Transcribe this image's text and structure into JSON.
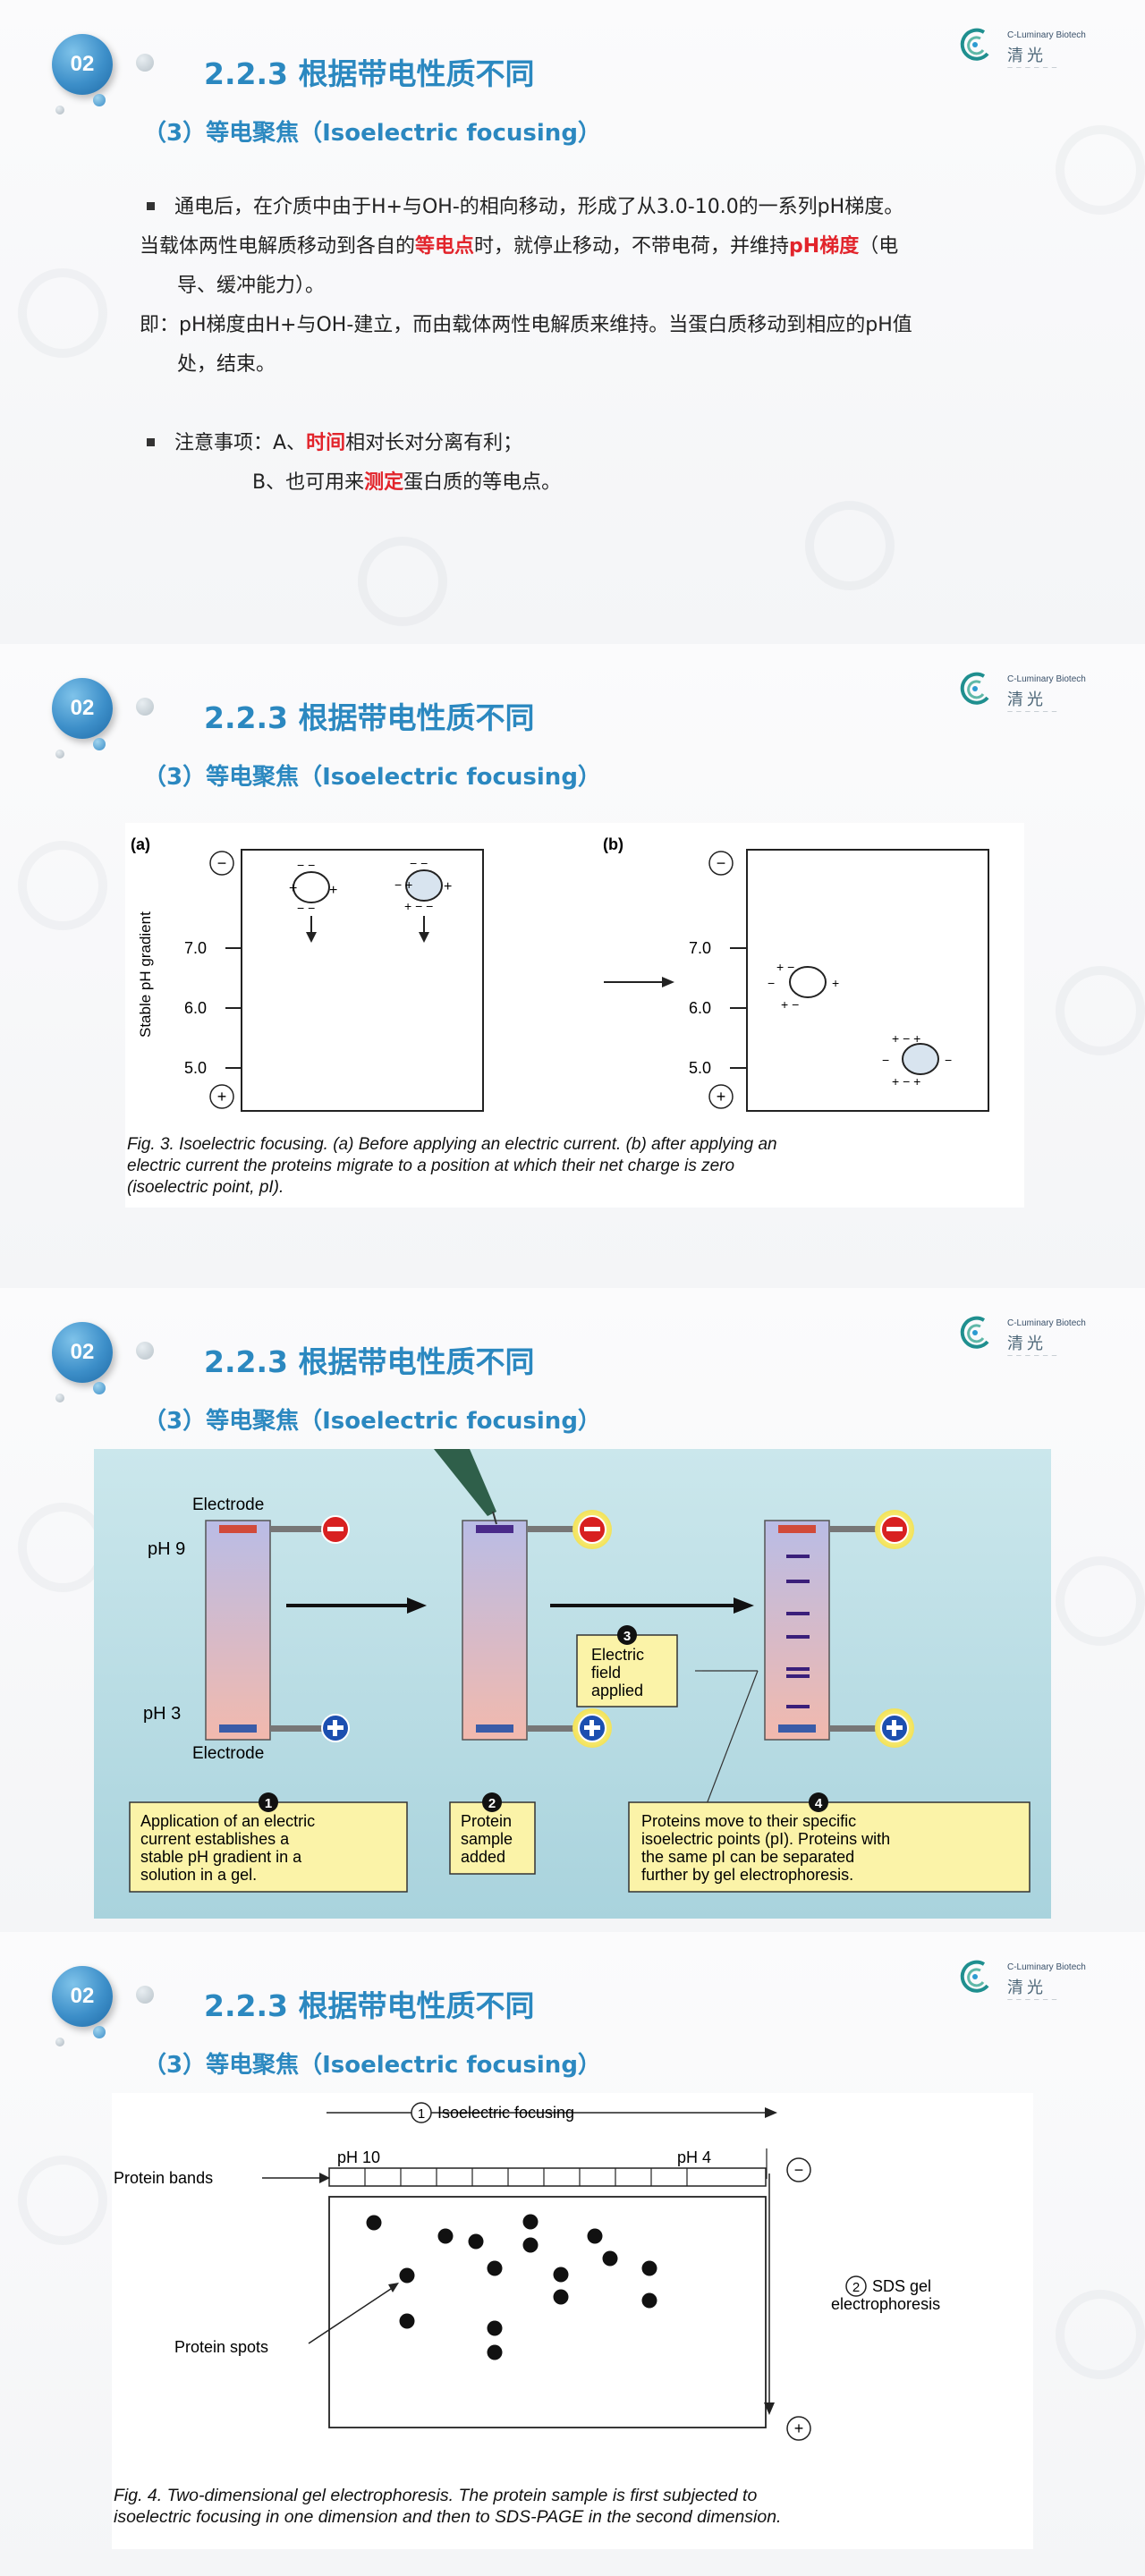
{
  "common": {
    "badge": "02",
    "title": "2.2.3  根据带电性质不同",
    "subtitle": "（3）等电聚焦（Isoelectric focusing）",
    "logo": {
      "en": "C-Luminary Biotech",
      "cn": "清光"
    }
  },
  "slide1": {
    "p1": "通电后，在介质中由于H+与OH-的相向移动，形成了从3.0-10.0的一系列pH梯度。",
    "p2a": "当载体两性电解质移动到各自的",
    "p2b": "等电点",
    "p2c": "时，就停止移动，不带电荷，并维持",
    "p2d": "pH梯度",
    "p2e": "（电",
    "p2f": "导、缓冲能力）。",
    "p3a": "即：pH梯度由H+与OH-建立，而由载体两性电解质来维持。当蛋白质移动到相应的pH值",
    "p3b": "处，结束。",
    "p4a": "注意事项：A、",
    "p4b": "时间",
    "p4c": "相对长对分离有利；",
    "p5a": "B、也可用来",
    "p5b": "测定",
    "p5c": "蛋白质的等电点。"
  },
  "slide2": {
    "label_a": "(a)",
    "label_b": "(b)",
    "y_axis": "Stable pH gradient",
    "ticks": [
      "7.0",
      "6.0",
      "5.0"
    ],
    "minus": "−",
    "plus": "+",
    "caption1": "Fig. 3.    Isoelectric focusing. (a) Before applying an electric current. (b) after applying an",
    "caption2": "electric current the proteins migrate to a position at which their net charge is zero",
    "caption3": "(isoelectric point, pI)."
  },
  "slide3": {
    "electrode_top": "Electrode",
    "electrode_bottom": "Electrode",
    "ph9": "pH 9",
    "ph3": "pH 3",
    "step1_num": "1",
    "step1": [
      "Application of an electric",
      "current establishes a",
      "stable pH gradient in a",
      "solution in a gel."
    ],
    "step2_num": "2",
    "step2": [
      "Protein",
      "sample",
      "added"
    ],
    "step3_num": "3",
    "step3": [
      "Electric",
      "field",
      "applied"
    ],
    "step4_num": "4",
    "step4": [
      "Proteins move to their specific",
      "isoelectric points (pI). Proteins with",
      "the same pI can be separated",
      "further by gel electrophoresis."
    ]
  },
  "slide4": {
    "ief_num": "1",
    "ief_label": "Isoelectric focusing",
    "ph10": "pH 10",
    "ph4": "pH 4",
    "protein_bands": "Protein bands",
    "protein_spots": "Protein spots",
    "sds_num": "2",
    "sds1": "SDS gel",
    "sds2": "electrophoresis",
    "minus": "−",
    "plus": "+",
    "caption1": "Fig. 4.    Two-dimensional gel electrophoresis. The protein sample is first subjected to",
    "caption2": "isoelectric focusing in one dimension and then to SDS-PAGE in the second dimension."
  }
}
